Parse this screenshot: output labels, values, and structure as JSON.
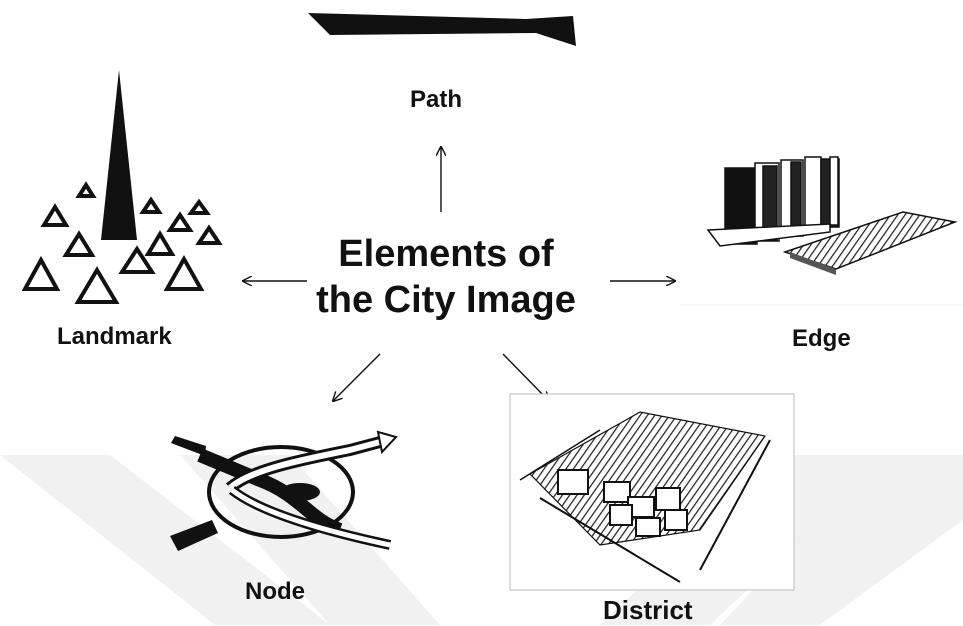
{
  "diagram": {
    "title_line1": "Elements of",
    "title_line2": "the City Image",
    "elements": {
      "path": "Path",
      "edge": "Edge",
      "landmark": "Landmark",
      "node": "Node",
      "district": "District"
    }
  },
  "colors": {
    "ink": "#111111",
    "watermark": "#f1f1f1",
    "background": "#ffffff"
  }
}
